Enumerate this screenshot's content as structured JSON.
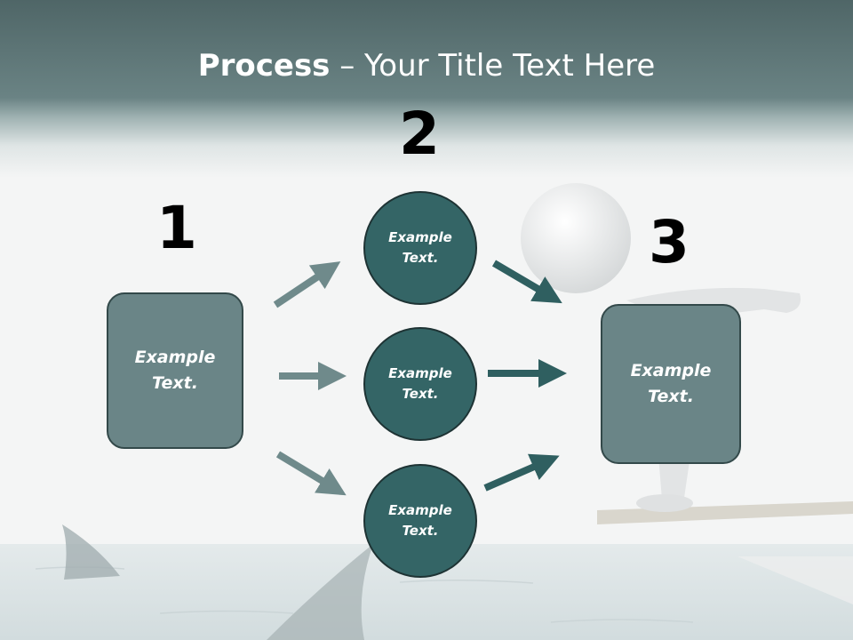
{
  "title": {
    "bold": "Process",
    "rest": " – Your Title Text Here"
  },
  "steps": [
    {
      "number": "1",
      "text": "Example Text."
    },
    {
      "number": "2",
      "items": [
        "Example Text.",
        "Example Text.",
        "Example Text."
      ]
    },
    {
      "number": "3",
      "text": "Example Text."
    }
  ],
  "colors": {
    "header": "#5e7677",
    "box_fill": "#6a8587",
    "circle_fill": "#346566",
    "arrow_light": "#6f8a8b",
    "arrow_dark": "#2f5f60"
  }
}
